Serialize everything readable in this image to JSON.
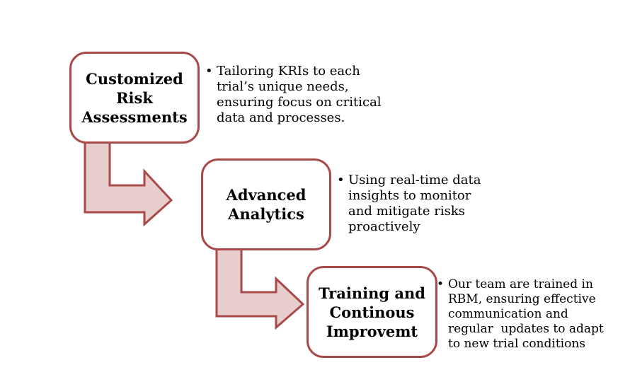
{
  "colors": {
    "box_border": "#a94a4a",
    "arrow_fill": "#e8cdcd",
    "arrow_stroke": "#a94a4a"
  },
  "steps": [
    {
      "title_lines": [
        "Customized",
        "Risk",
        "Assessments"
      ],
      "bullet": "•",
      "desc_lines": [
        "Tailoring KRIs to each",
        "trial’s unique needs,",
        "ensuring focus on critical",
        "data and processes."
      ]
    },
    {
      "title_lines": [
        "Advanced",
        "Analytics"
      ],
      "bullet": "•",
      "desc_lines": [
        "Using real-time data",
        "insights to monitor",
        "and mitigate risks",
        "proactively"
      ]
    },
    {
      "title_lines": [
        "Training and",
        "Continous",
        "Improvemt"
      ],
      "bullet": "•",
      "desc_lines": [
        "Our team are trained in",
        "RBM, ensuring effective",
        "communication and",
        "regular  updates to adapt",
        "to new trial conditions"
      ]
    }
  ]
}
